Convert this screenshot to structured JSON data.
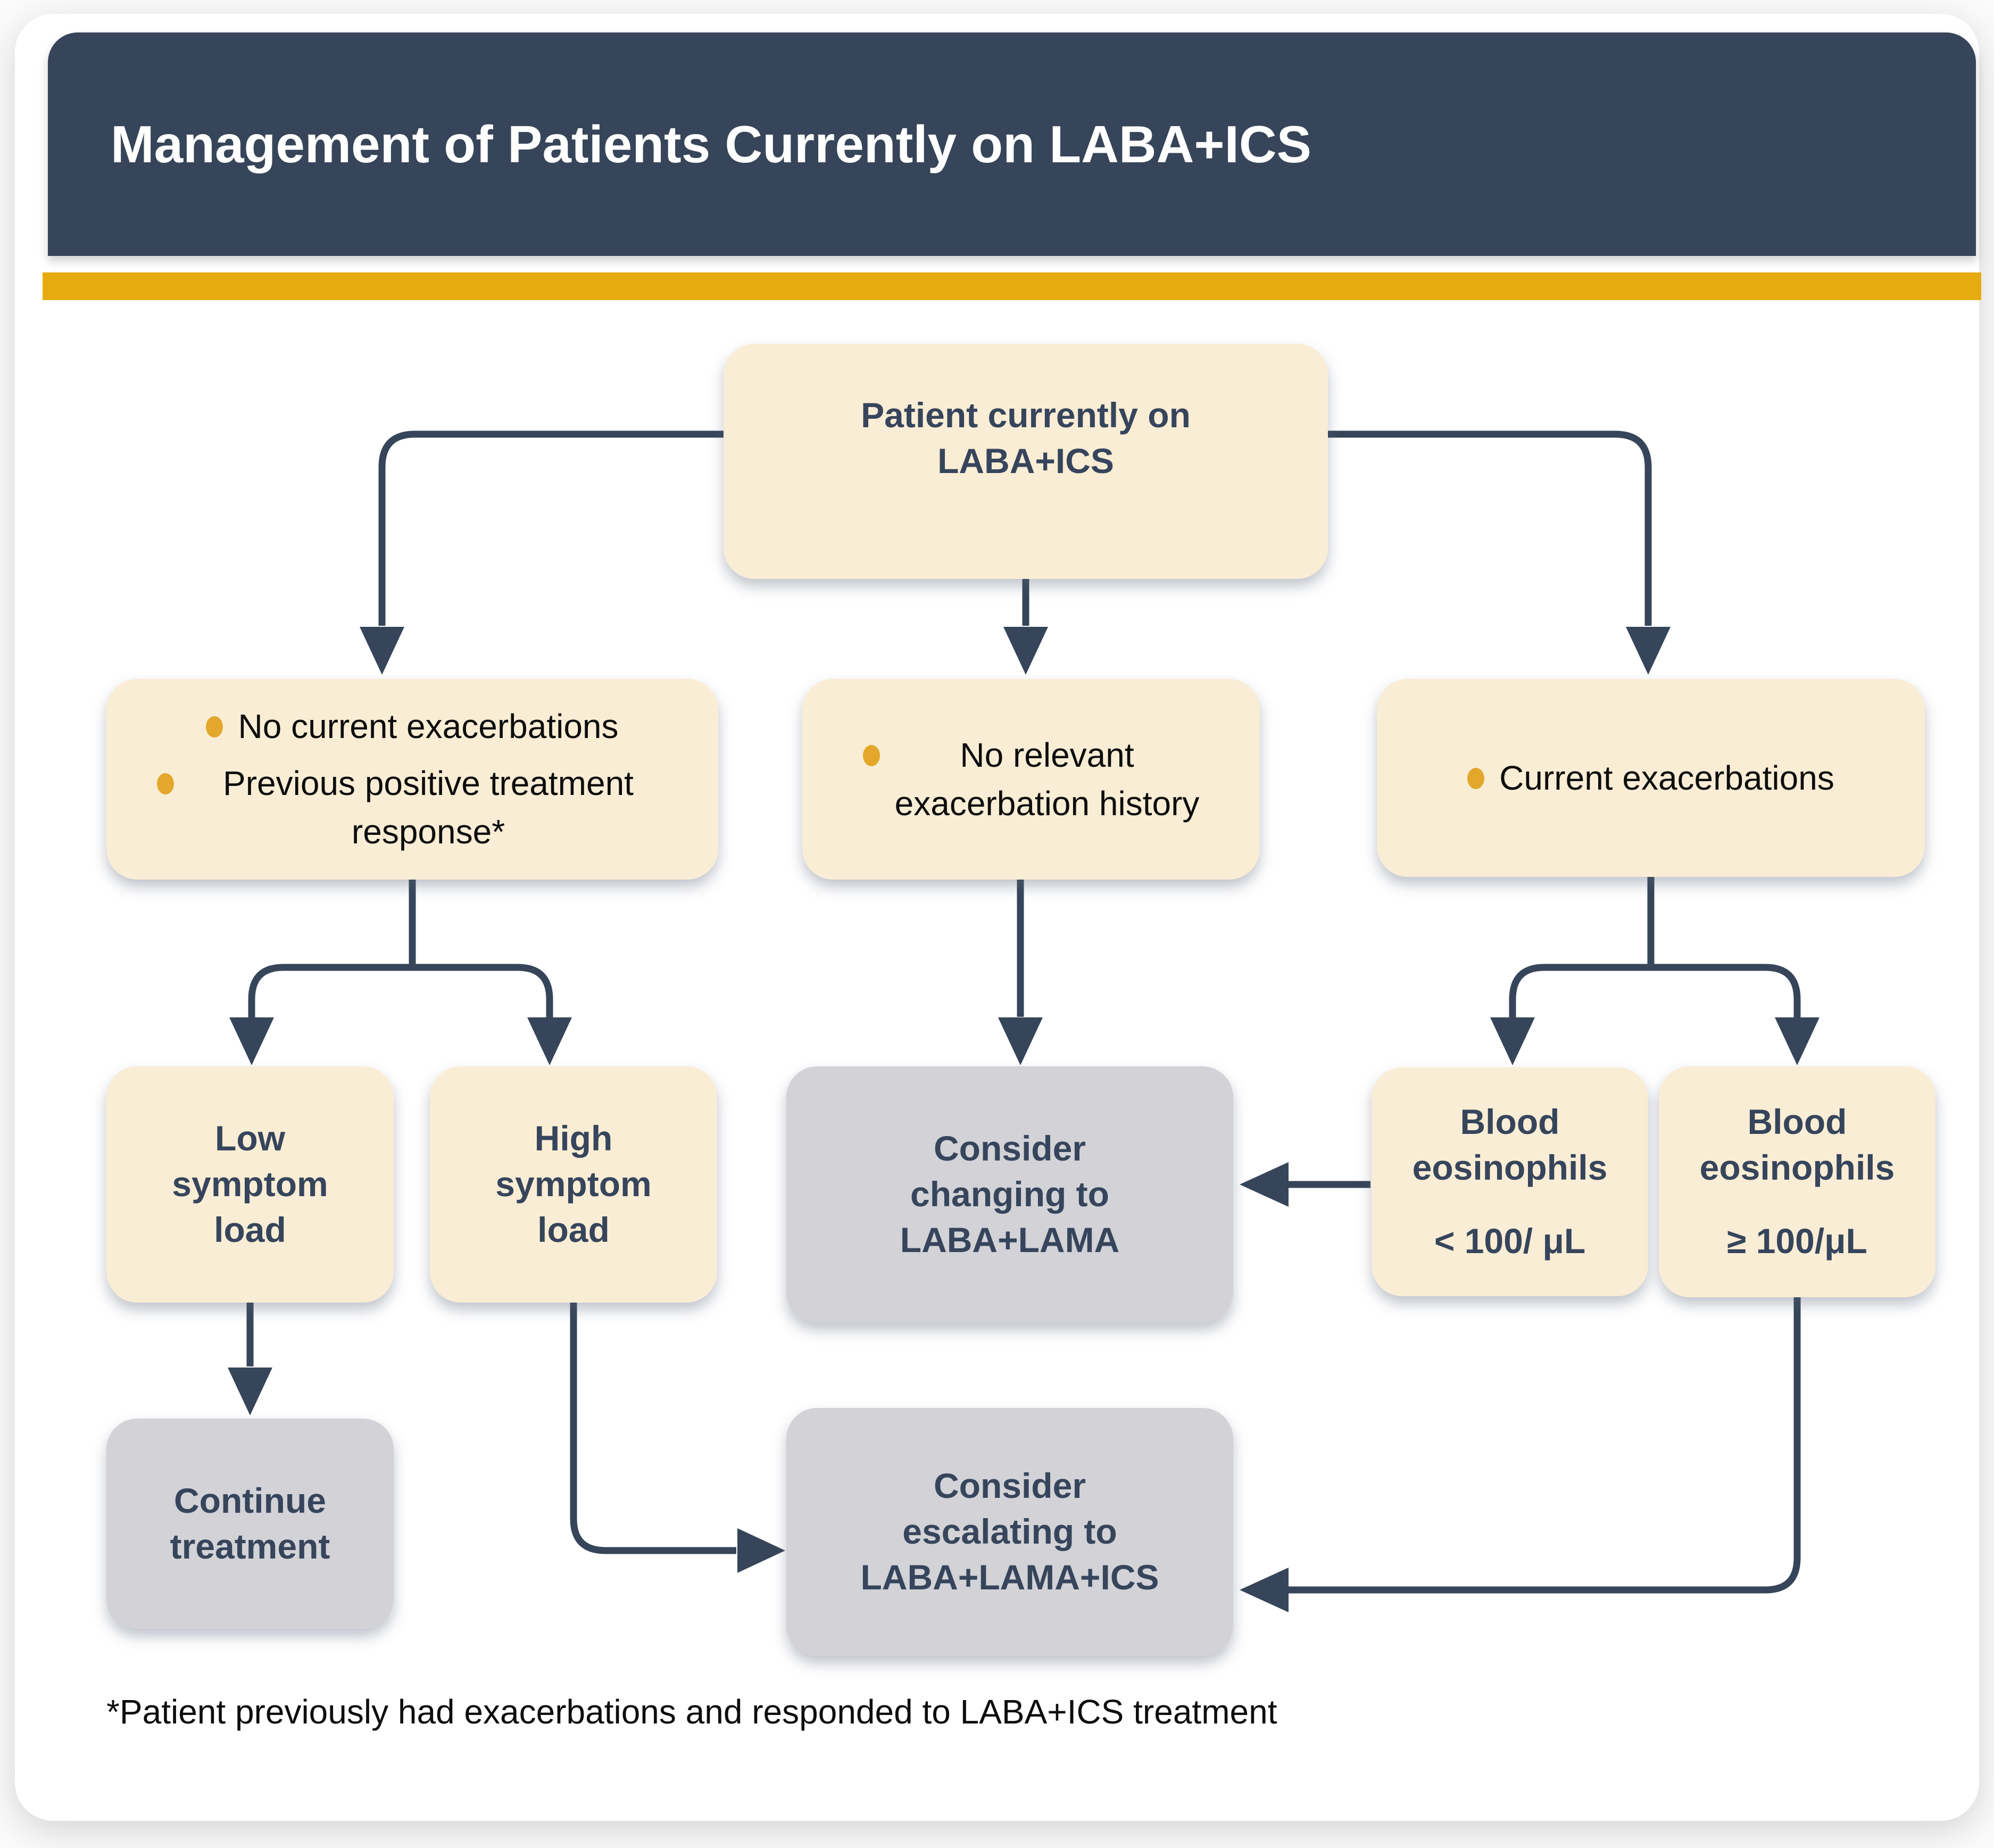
{
  "header": {
    "title": "Management of Patients Currently on LABA+ICS"
  },
  "colors": {
    "header_bg": "#37455A",
    "accent_gold": "#E6AB10",
    "node_cream": "#FAEDD5",
    "node_gray": "#D2D2D7",
    "text_navy": "#36455C",
    "connector_navy": "#364559",
    "bullet_dot_gold": "#E3A82B",
    "text_black": "#0D0D0D"
  },
  "nodes": {
    "patient": {
      "text": "Patient currently on\nLABA+ICS"
    },
    "no_exacerbations": {
      "bullets": [
        "No current exacerbations",
        "Previous positive treatment response*"
      ]
    },
    "no_history": {
      "bullets": [
        "No relevant\nexacerbation history"
      ]
    },
    "current_exacerbations": {
      "bullets": [
        "Current exacerbations"
      ]
    },
    "low_symptom": {
      "text": "Low\nsymptom\nload"
    },
    "high_symptom": {
      "text": "High\nsymptom\nload"
    },
    "consider_changing": {
      "text": "Consider\nchanging to\nLABA+LAMA"
    },
    "eos_low": {
      "title": "Blood\neosinophils",
      "value": "< 100/ μL"
    },
    "eos_high": {
      "title": "Blood\neosinophils",
      "value": "≥ 100/μL"
    },
    "continue_treatment": {
      "text": "Continue\ntreatment"
    },
    "consider_escalating": {
      "text": "Consider\nescalating to\nLABA+LAMA+ICS"
    }
  },
  "footnote": "*Patient previously had exacerbations and responded to LABA+ICS treatment"
}
